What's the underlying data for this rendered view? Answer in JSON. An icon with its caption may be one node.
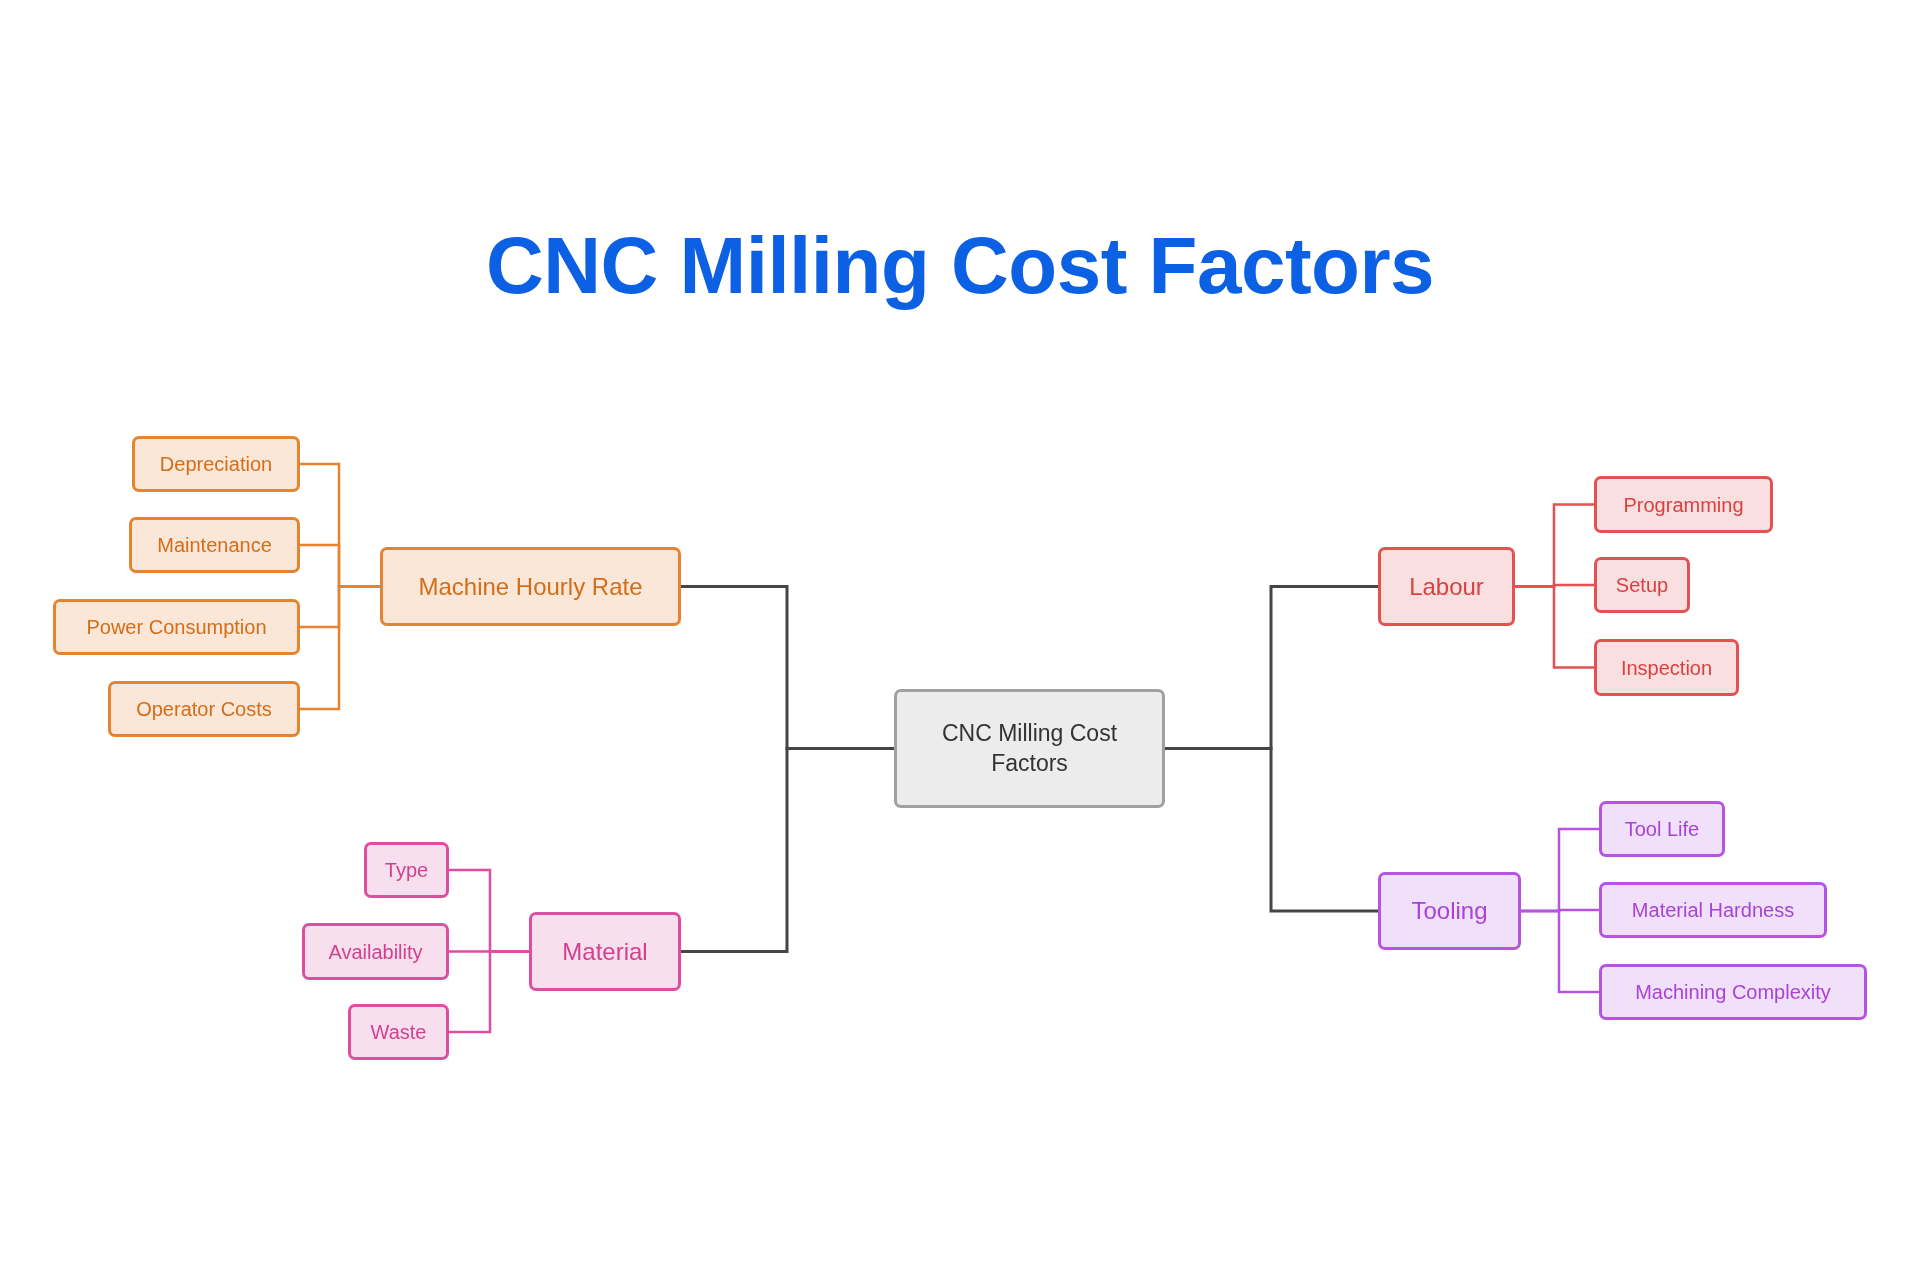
{
  "diagram": {
    "title": "CNC Milling Cost Factors",
    "nodes": [
      {
        "text": [
          "CNC Milling Cost Factors"
        ]
      },
      {
        "text": [
          "Machine Hourly Rate"
        ]
      },
      {
        "text": [
          "Depreciation"
        ]
      },
      {
        "text": [
          "Maintenance"
        ]
      },
      {
        "text": [
          "Power Consumption"
        ]
      },
      {
        "text": [
          "Operator Costs"
        ]
      },
      {
        "text": [
          "Material"
        ]
      },
      {
        "text": [
          "Type"
        ]
      },
      {
        "text": [
          "Availability"
        ]
      },
      {
        "text": [
          "Waste"
        ]
      },
      {
        "text": [
          "Labour"
        ]
      },
      {
        "text": [
          "Programming"
        ]
      },
      {
        "text": [
          "Setup"
        ]
      },
      {
        "text": [
          "Inspection"
        ]
      },
      {
        "text": [
          "Tooling"
        ]
      },
      {
        "text": [
          "Tool Life"
        ]
      },
      {
        "text": [
          "Material Hardness"
        ]
      },
      {
        "text": [
          "Machining Complexity"
        ]
      }
    ],
    "edges": [
      {
        "from": 0,
        "to": 1,
        "arrow": "none"
      },
      {
        "from": 1,
        "to": 2,
        "arrow": "none",
        "color": "#e5832e"
      },
      {
        "from": 1,
        "to": 3,
        "arrow": "none",
        "color": "#e5832e"
      },
      {
        "from": 1,
        "to": 4,
        "arrow": "none",
        "color": "#e5832e"
      },
      {
        "from": 1,
        "to": 5,
        "arrow": "none",
        "color": "#e5832e"
      },
      {
        "from": 0,
        "to": 6,
        "arrow": "none"
      },
      {
        "from": 6,
        "to": 7,
        "arrow": "none",
        "color": "#df4da0"
      },
      {
        "from": 6,
        "to": 8,
        "arrow": "none",
        "color": "#df4da0"
      },
      {
        "from": 6,
        "to": 9,
        "arrow": "none",
        "color": "#df4da0"
      },
      {
        "from": 0,
        "to": 10,
        "arrow": "none"
      },
      {
        "from": 10,
        "to": 11,
        "arrow": "none",
        "color": "#e55151"
      },
      {
        "from": 10,
        "to": 12,
        "arrow": "none",
        "color": "#e55151"
      },
      {
        "from": 10,
        "to": 13,
        "arrow": "none",
        "color": "#e55151"
      },
      {
        "from": 0,
        "to": 14,
        "arrow": "none"
      },
      {
        "from": 14,
        "to": 15,
        "arrow": "none",
        "color": "#b753e3"
      },
      {
        "from": 14,
        "to": 16,
        "arrow": "none",
        "color": "#b753e3"
      },
      {
        "from": 14,
        "to": 17,
        "arrow": "none",
        "color": "#b753e3"
      }
    ]
  }
}
